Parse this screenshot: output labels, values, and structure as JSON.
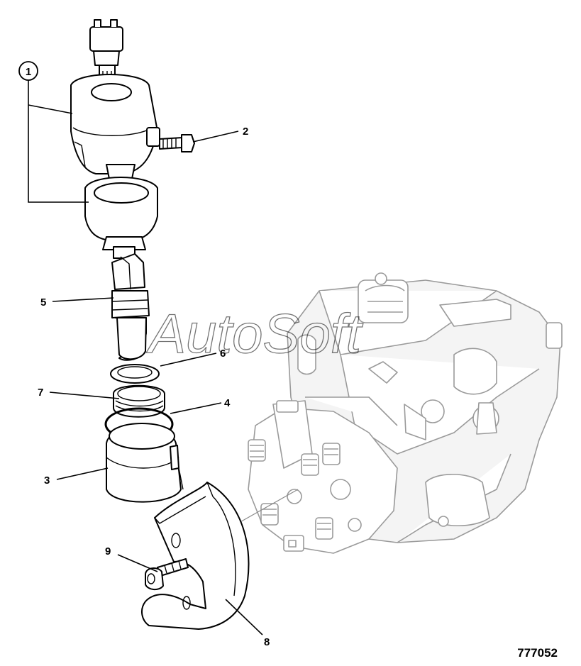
{
  "watermark": "AutoSoft",
  "figure_id": "777052",
  "callouts": [
    {
      "id": "1",
      "label": "1"
    },
    {
      "id": "2",
      "label": "2"
    },
    {
      "id": "3",
      "label": "3"
    },
    {
      "id": "4",
      "label": "4"
    },
    {
      "id": "5",
      "label": "5"
    },
    {
      "id": "6",
      "label": "6"
    },
    {
      "id": "7",
      "label": "7"
    },
    {
      "id": "8",
      "label": "8"
    },
    {
      "id": "9",
      "label": "9"
    }
  ]
}
